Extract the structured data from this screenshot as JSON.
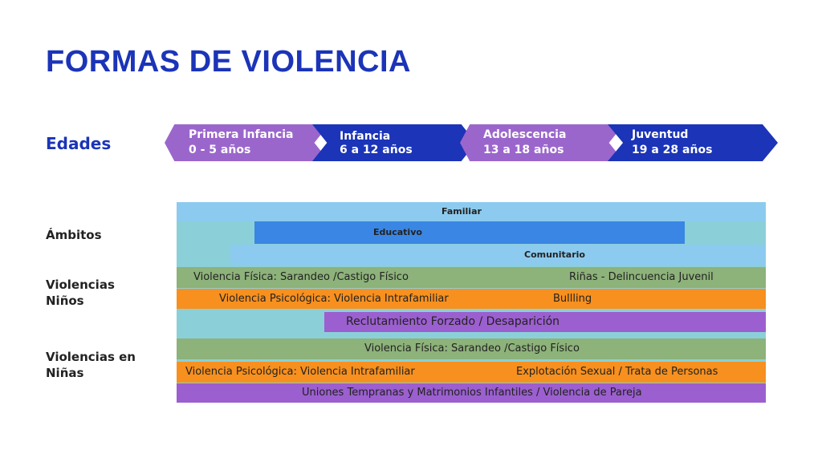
{
  "title": "FORMAS DE VIOLENCIA",
  "row_labels": {
    "edades": "Edades",
    "ambitos": "Ámbitos",
    "ninos": [
      "Violencias",
      "Niños"
    ],
    "ninas": [
      "Violencias en",
      "Niñas"
    ]
  },
  "stages": [
    {
      "name": "Primera Infancia",
      "range": "0  - 5 años"
    },
    {
      "name": "Infancia",
      "range": "6 a 12 años"
    },
    {
      "name": "Adolescencia",
      "range": "13 a 18 años"
    },
    {
      "name": "Juventud",
      "range": "19 a 28 años"
    }
  ],
  "ambitos": {
    "familiar": "Familiar",
    "educativo": "Educativo",
    "comunitario": "Comunitario"
  },
  "ninos": {
    "fisica": "Violencia Física:  Sarandeo /Castigo Físico",
    "rinas": "Riñas - Delincuencia Juvenil",
    "psicologica": "Violencia Psicológica: Violencia Intrafamiliar",
    "bullying": "Bullling",
    "reclutamiento": "Reclutamiento Forzado / Desaparición"
  },
  "ninas": {
    "fisica": "Violencia Física:  Sarandeo /Castigo Físico",
    "psicologica": "Violencia Psicológica: Violencia Intrafamiliar",
    "explotacion": "Explotación Sexual / Trata de Personas",
    "uniones": "Uniones Tempranas y Matrimonios Infantiles / Violencia de Pareja"
  },
  "colors": {
    "blue": "#1b34b8",
    "purple": "#9b66cc",
    "light_blue": "#8ccbef",
    "mid_blue": "#3a86e4",
    "teal": "#8bd0d8",
    "green": "#8db27a",
    "orange": "#f7901e",
    "violet": "#9b5fcf"
  }
}
